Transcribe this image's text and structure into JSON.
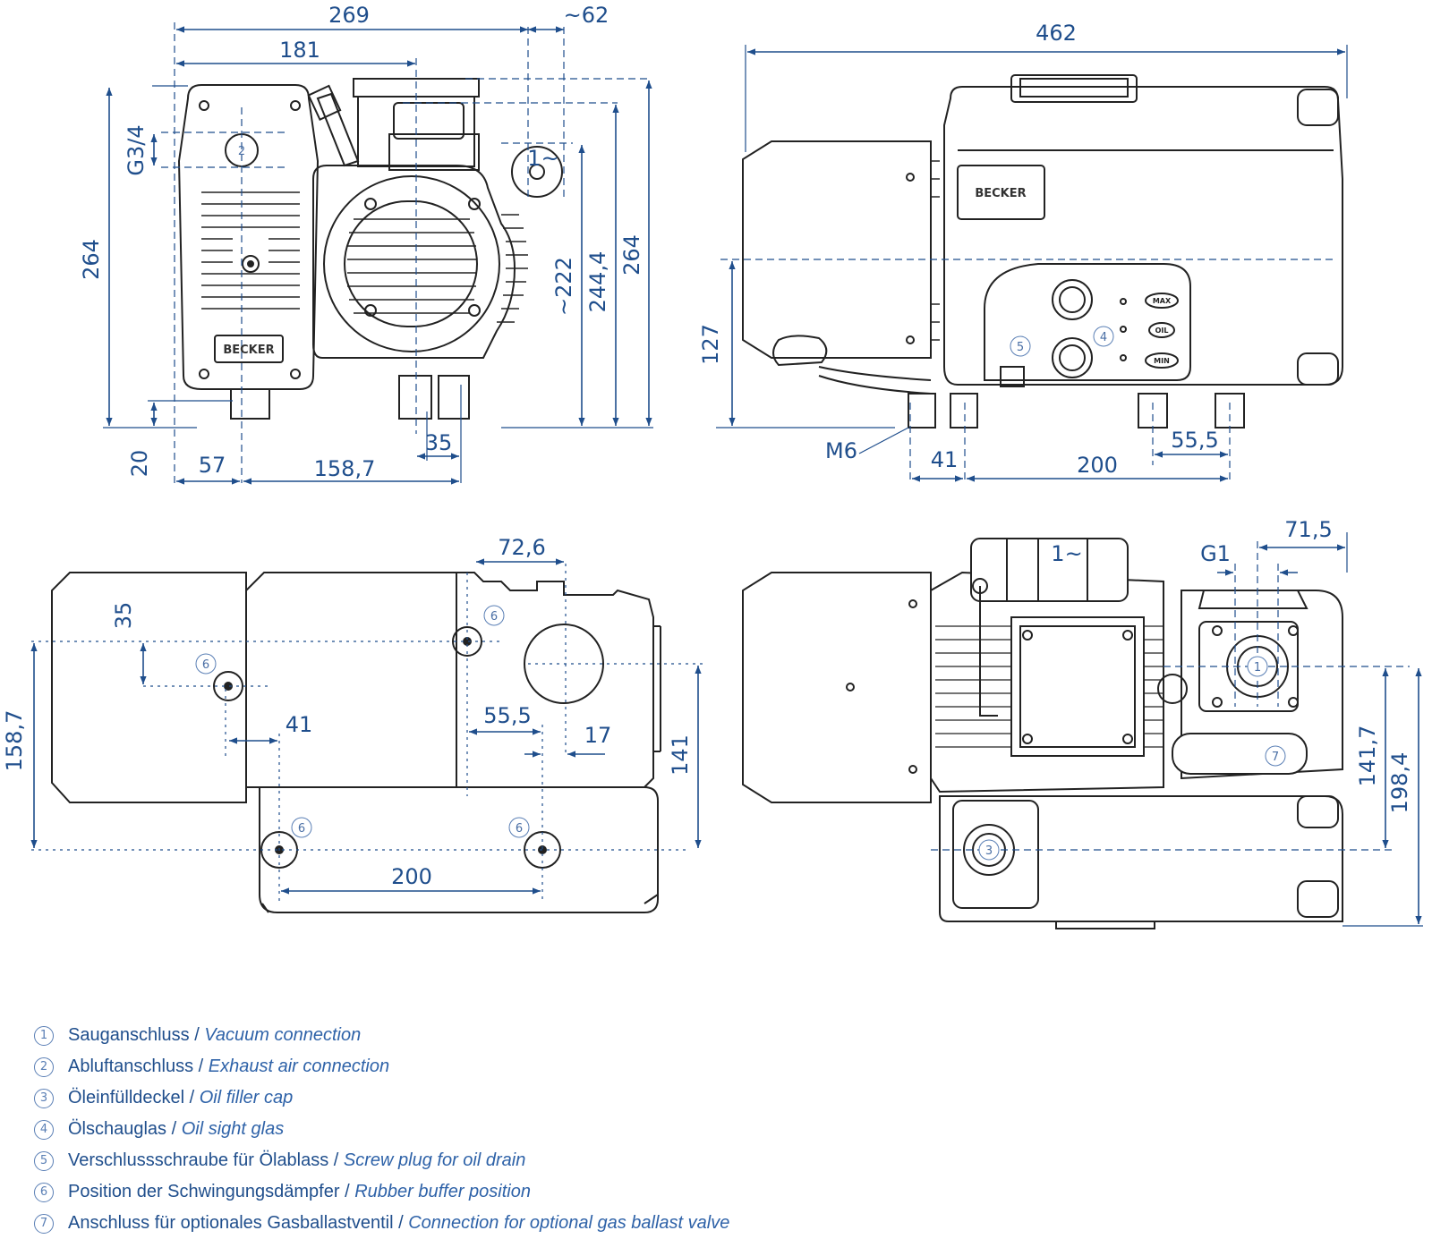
{
  "colors": {
    "dimension": "#1f4e8c",
    "outline": "#222222",
    "marker": "#4a6fa5"
  },
  "brand": "BECKER",
  "gauge_labels": [
    "MAX",
    "OIL",
    "MIN"
  ],
  "views": {
    "front": {
      "dims": {
        "width_total": "269",
        "width_181": "181",
        "motor_ext": "~62",
        "height_left": "264",
        "g34": "G3/4",
        "h222": "~222",
        "h2444": "244,4",
        "h264r": "264",
        "foot20": "20",
        "b57": "57",
        "b1587": "158,7",
        "b35": "35",
        "phase": "1~"
      },
      "markers": [
        "2"
      ]
    },
    "side": {
      "dims": {
        "length": "462",
        "h127": "127",
        "m6": "M6",
        "b41": "41",
        "b200": "200",
        "b555": "55,5"
      },
      "markers": [
        "5",
        "4"
      ]
    },
    "bottom": {
      "dims": {
        "d726": "72,6",
        "d35": "35",
        "d1587": "158,7",
        "d41": "41",
        "d555": "55,5",
        "d17": "17",
        "d141": "141",
        "d200": "200"
      },
      "markers": [
        "6",
        "6",
        "6",
        "6"
      ]
    },
    "top": {
      "dims": {
        "d715": "71,5",
        "g1": "G1",
        "phase": "1~",
        "d1417": "141,7",
        "d1984": "198,4"
      },
      "markers": [
        "1",
        "7",
        "3"
      ]
    }
  },
  "legend": [
    {
      "num": "1",
      "de": "Sauganschluss",
      "en": "Vacuum connection"
    },
    {
      "num": "2",
      "de": "Abluftanschluss",
      "en": "Exhaust air connection"
    },
    {
      "num": "3",
      "de": "Öleinfülldeckel",
      "en": "Oil filler cap"
    },
    {
      "num": "4",
      "de": "Ölschauglas",
      "en": "Oil sight glas"
    },
    {
      "num": "5",
      "de": "Verschlussschraube für Ölablass",
      "en": "Screw plug for oil drain"
    },
    {
      "num": "6",
      "de": "Position der Schwingungsdämpfer",
      "en": "Rubber buffer position"
    },
    {
      "num": "7",
      "de": "Anschluss für optionales Gasballastventil",
      "en": "Connection for optional gas ballast valve"
    }
  ]
}
